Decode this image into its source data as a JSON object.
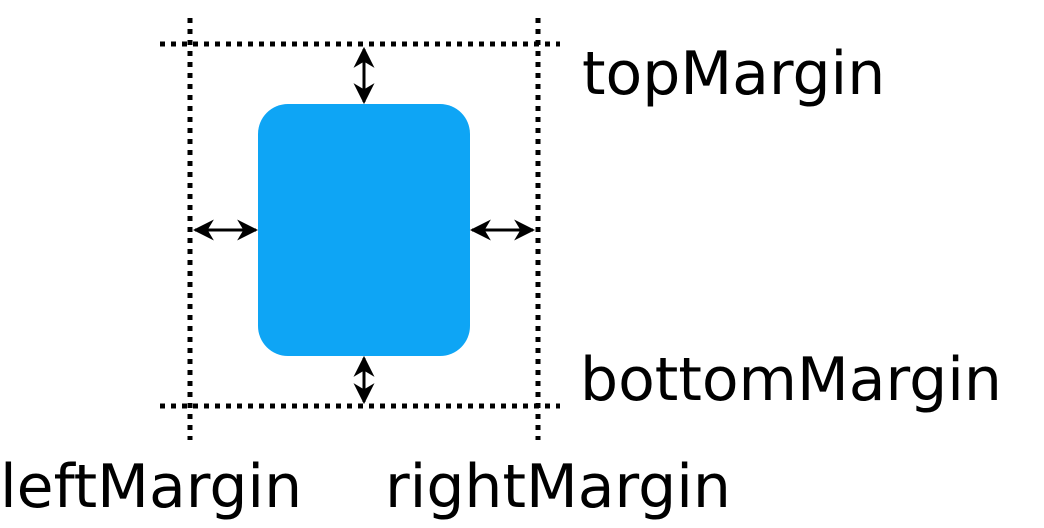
{
  "labels": {
    "top_margin": "topMargin",
    "bottom_margin": "bottomMargin",
    "left_margin": "leftMargin",
    "right_margin": "rightMargin"
  },
  "colors": {
    "box_fill": "#0ea5f5",
    "line": "#000000",
    "background": "#ffffff"
  }
}
